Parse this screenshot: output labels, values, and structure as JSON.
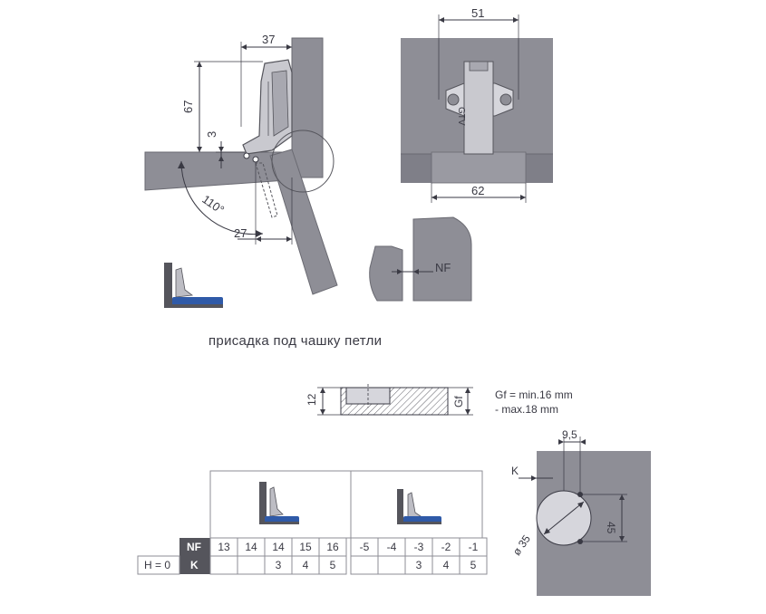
{
  "hinge_side_view": {
    "dim_height": "67",
    "dim_offset": "3",
    "dim_top_width": "37",
    "dim_bottom_width": "27",
    "opening_angle": "110°"
  },
  "front_view": {
    "dim_top": "51",
    "dim_bottom": "62",
    "brand_mark": "GTV"
  },
  "overlay_detail": {
    "label": "NF"
  },
  "caption": "присадка под чашку петли",
  "cup_section": {
    "dim_depth": "12",
    "dim_gf": "Gf",
    "note_line1": "Gf = min.16 mm",
    "note_line2": "- max.18 mm"
  },
  "drilling_plate": {
    "dim_k": "K",
    "dim_offset": "9,5",
    "dim_height": "45",
    "dim_diameter": "ø 35"
  },
  "table": {
    "row_nf_label": "NF",
    "row_k_label": "K",
    "row_h_label": "H = 0",
    "nf_values": [
      "13",
      "14",
      "14",
      "15",
      "16",
      "-5",
      "-4",
      "-3",
      "-2",
      "-1"
    ],
    "k_values": [
      "",
      "",
      "3",
      "4",
      "5",
      "",
      "",
      "3",
      "4",
      "5"
    ]
  },
  "colors": {
    "panel_gray": "#8e8e96",
    "panel_dark": "#6f6f78",
    "accent_blue": "#2f5aa8",
    "header_dark": "#55555c"
  }
}
